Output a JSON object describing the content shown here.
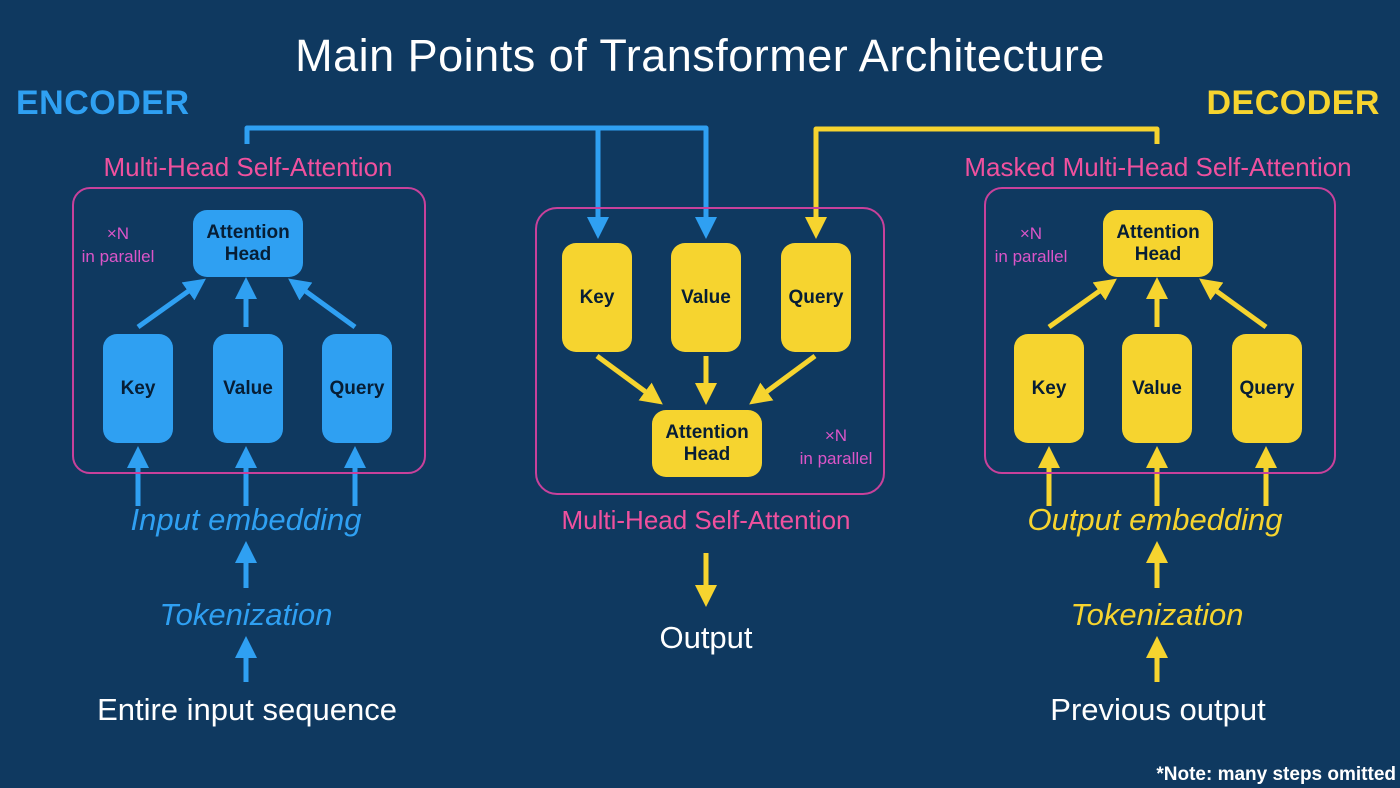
{
  "title": "Main Points of Transformer Architecture",
  "note": "*Note: many steps omitted",
  "encoder": {
    "heading": "ENCODER",
    "block_label": "Multi-Head Self-Attention",
    "xn": "×N",
    "in_parallel": "in parallel",
    "attention_head": "Attention Head",
    "key": "Key",
    "value": "Value",
    "query": "Query",
    "embedding": "Input embedding",
    "tokenization": "Tokenization",
    "source": "Entire input sequence"
  },
  "middle": {
    "block_label": "Multi-Head Self-Attention",
    "xn": "×N",
    "in_parallel": "in parallel",
    "attention_head": "Attention Head",
    "key": "Key",
    "value": "Value",
    "query": "Query",
    "output": "Output"
  },
  "decoder": {
    "heading": "DECODER",
    "block_label": "Masked Multi-Head Self-Attention",
    "xn": "×N",
    "in_parallel": "in parallel",
    "attention_head": "Attention Head",
    "key": "Key",
    "value": "Value",
    "query": "Query",
    "embedding": "Output embedding",
    "tokenization": "Tokenization",
    "source": "Previous output"
  },
  "colors": {
    "background": "#0F3960",
    "blue": "#2FA0F2",
    "yellow": "#F6D42F",
    "pink": "#F0519E",
    "magenta": "#DC55C8",
    "frame": "#C8419B",
    "box_text": "#071E35"
  }
}
